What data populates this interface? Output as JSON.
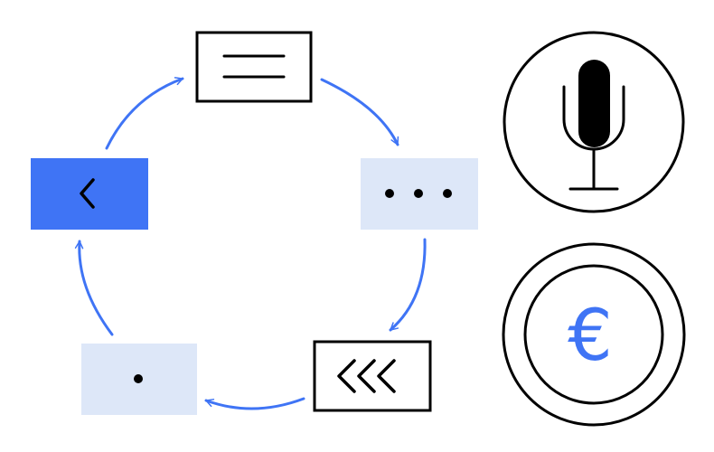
{
  "colors": {
    "accent": "#3f74f5",
    "light_fill": "#dde7f8",
    "stroke": "#000000",
    "background": "#ffffff"
  },
  "cycle": {
    "nodes": [
      {
        "name": "menu-card",
        "icon": "menu-lines-icon",
        "style": "outlined"
      },
      {
        "name": "ellipsis-card",
        "icon": "ellipsis-icon",
        "style": "light-fill"
      },
      {
        "name": "triple-chevron-card",
        "icon": "triple-chevron-left-icon",
        "style": "outlined"
      },
      {
        "name": "dot-card",
        "icon": "dot-icon",
        "style": "light-fill"
      },
      {
        "name": "back-card",
        "icon": "chevron-left-icon",
        "style": "accent-fill"
      }
    ],
    "direction": "clockwise"
  },
  "side_icons": {
    "top": {
      "icon": "microphone-icon"
    },
    "bottom": {
      "icon": "euro-coin-icon",
      "symbol": "€"
    }
  }
}
